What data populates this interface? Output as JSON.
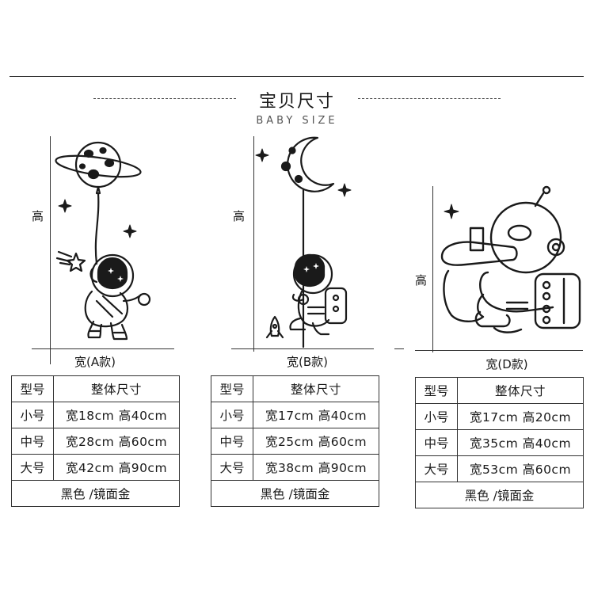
{
  "header": {
    "title": "宝贝尺寸",
    "subtitle": "BABY SIZE"
  },
  "products": [
    {
      "caption": "宽(A款)",
      "height_label": "高",
      "icon": "astronaut-with-planet-balloon",
      "header_row": [
        "型号",
        "整体尺寸"
      ],
      "rows": [
        [
          "小号",
          "宽18cm 高40cm"
        ],
        [
          "中号",
          "宽28cm 高60cm"
        ],
        [
          "大号",
          "宽42cm 高90cm"
        ]
      ],
      "colors": "黑色 /镜面金"
    },
    {
      "caption": "宽(B款)",
      "height_label": "高",
      "icon": "astronaut-climbing-moon-rope",
      "header_row": [
        "型号",
        "整体尺寸"
      ],
      "rows": [
        [
          "小号",
          "宽17cm 高40cm"
        ],
        [
          "中号",
          "宽25cm 高60cm"
        ],
        [
          "大号",
          "宽38cm 高90cm"
        ]
      ],
      "colors": "黑色 /镜面金"
    },
    {
      "caption": "宽(D款)",
      "height_label": "高",
      "icon": "sitting-astronaut",
      "header_row": [
        "型号",
        "整体尺寸"
      ],
      "rows": [
        [
          "小号",
          "宽17cm 高20cm"
        ],
        [
          "中号",
          "宽35cm 高40cm"
        ],
        [
          "大号",
          "宽53cm 高60cm"
        ]
      ],
      "colors": "黑色 /镜面金"
    }
  ]
}
